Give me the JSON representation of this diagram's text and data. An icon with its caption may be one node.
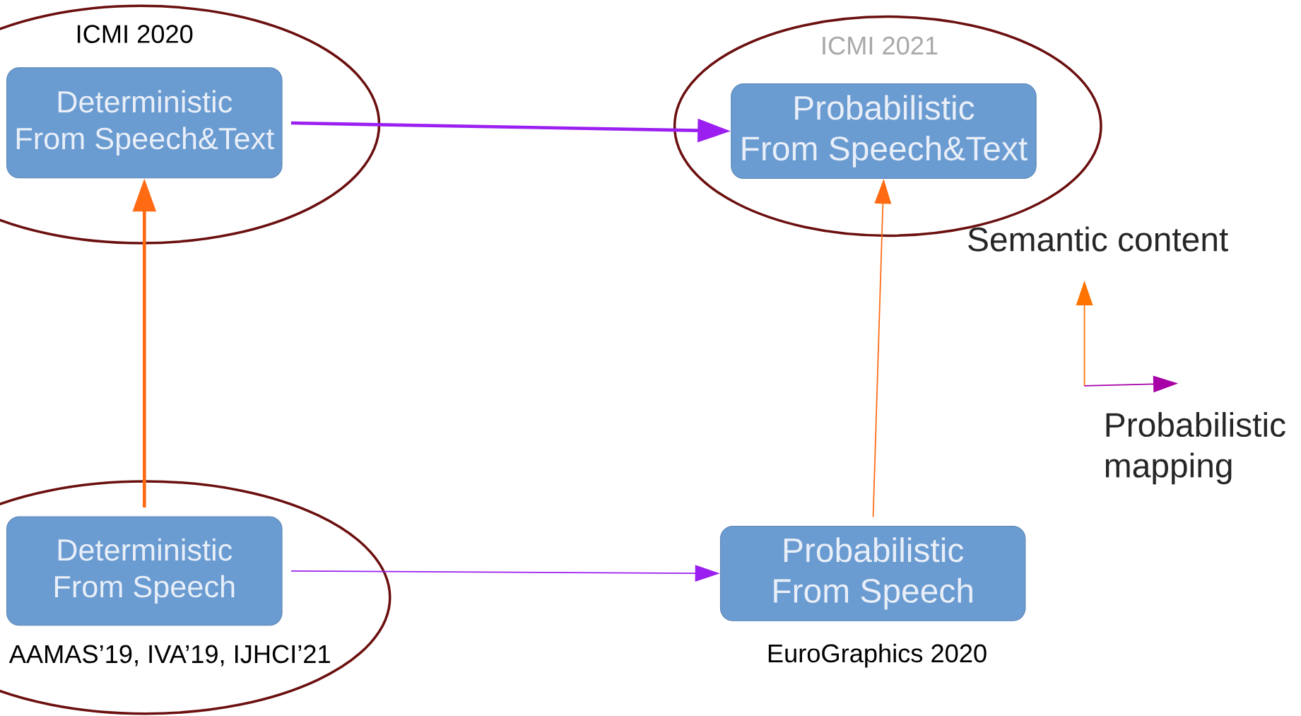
{
  "diagram": {
    "nodes": [
      {
        "text": [
          "ICMI 2020"
        ]
      },
      {
        "text": [
          "Deterministic From Speech&Text"
        ],
        "in": 0
      },
      {
        "text": [
          "ICMI 2021"
        ]
      },
      {
        "text": [
          "Probabilistic From Speech&Text"
        ],
        "in": 2
      },
      {
        "text": [
          "AAMAS’19, IVA’19, IJHCI’21"
        ]
      },
      {
        "text": [
          "Deterministic From Speech"
        ],
        "in": 4
      },
      {
        "text": [
          "Probabilistic From Speech"
        ],
        "beside": [
          "EuroGraphics 2020"
        ]
      }
    ],
    "edges": [
      {
        "from": 1,
        "to": 3,
        "arrow": "to",
        "style": "thick",
        "color": "#9b1ff0"
      },
      {
        "from": 5,
        "to": 1,
        "arrow": "to",
        "style": "thick",
        "color": "#ff6a13"
      },
      {
        "from": 5,
        "to": 6,
        "arrow": "to",
        "color": "#9b1ff0"
      },
      {
        "from": 6,
        "to": 3,
        "arrow": "to",
        "color": "#ff6a13"
      }
    ],
    "labels": [
      "Semantic content",
      "Probabilistic mapping"
    ]
  }
}
